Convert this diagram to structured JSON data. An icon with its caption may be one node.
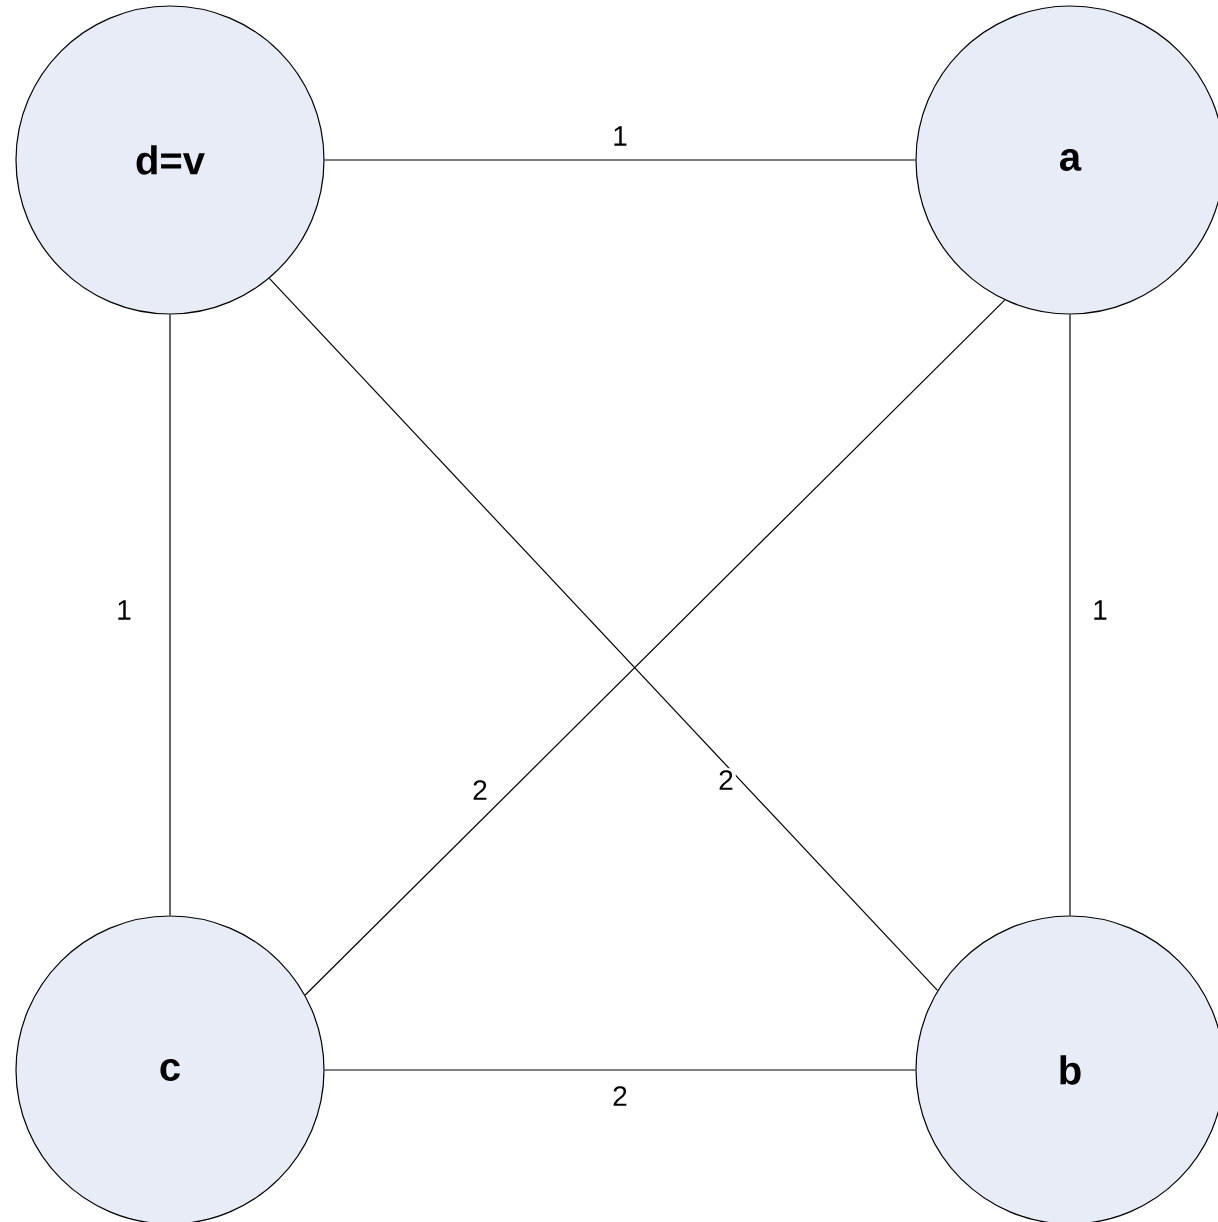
{
  "diagram": {
    "nodes": [
      {
        "text": [
          "d=v"
        ]
      },
      {
        "text": [
          "a"
        ]
      },
      {
        "text": [
          "c"
        ]
      },
      {
        "text": [
          "b"
        ]
      }
    ],
    "edges": [
      {
        "from": 0,
        "to": 1,
        "arrow": "none",
        "label": "1"
      },
      {
        "from": 0,
        "to": 2,
        "arrow": "none",
        "label": "1"
      },
      {
        "from": 1,
        "to": 3,
        "arrow": "none",
        "label": "1"
      },
      {
        "from": 1,
        "to": 2,
        "arrow": "none",
        "label": "2"
      },
      {
        "from": 0,
        "to": 3,
        "arrow": "none",
        "label": "2"
      },
      {
        "from": 2,
        "to": 3,
        "arrow": "none",
        "label": "2"
      }
    ]
  }
}
